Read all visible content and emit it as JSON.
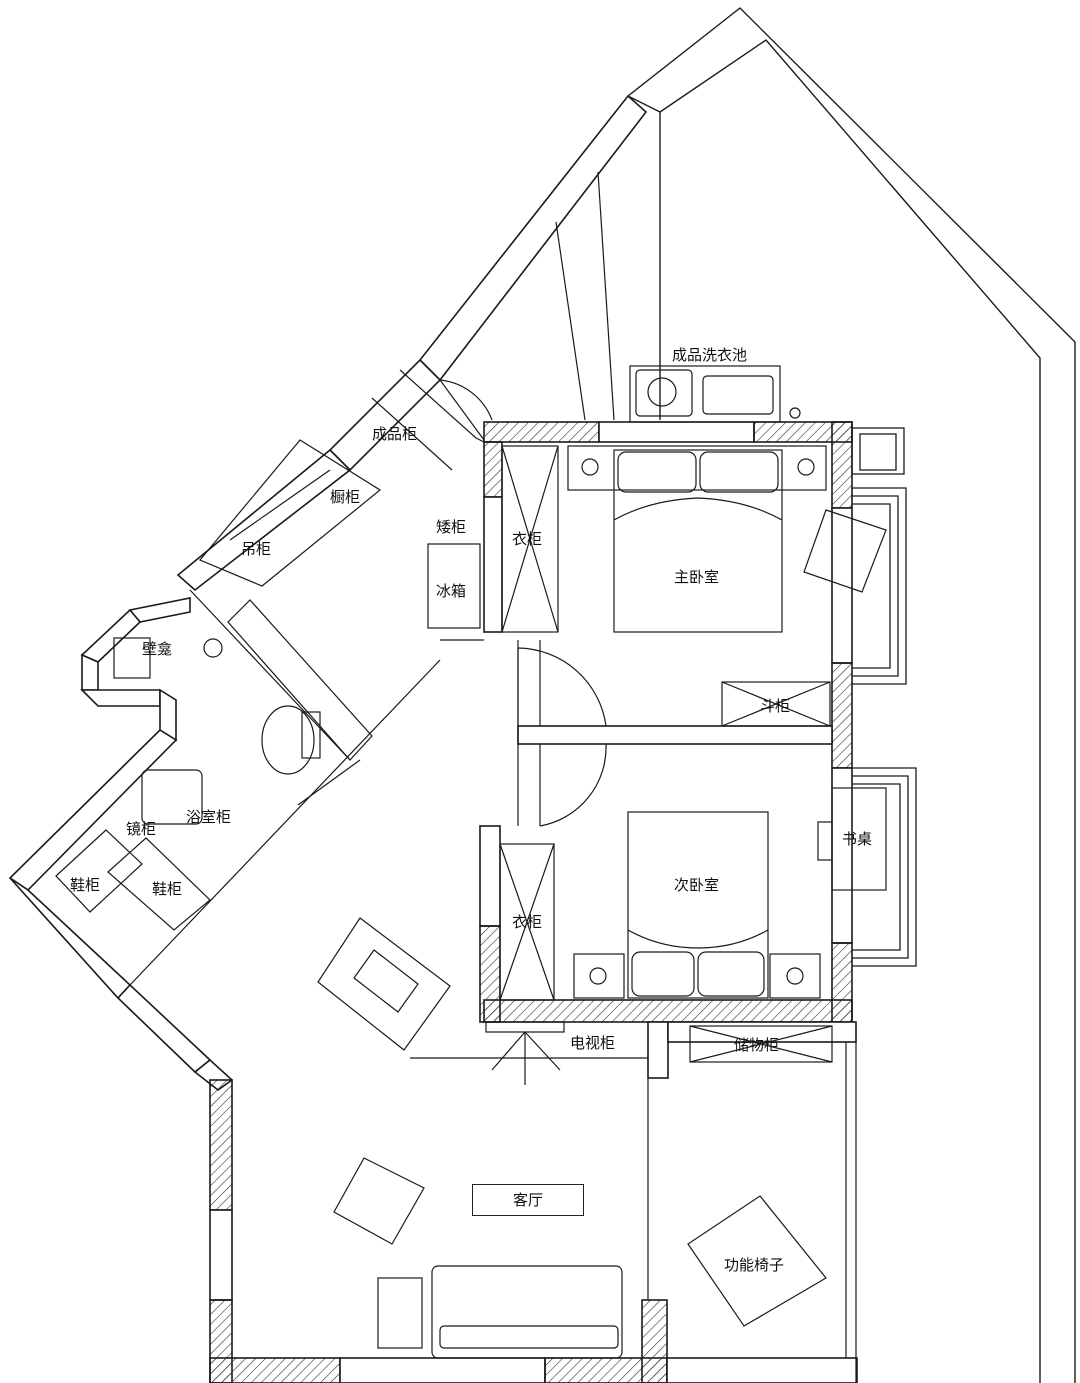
{
  "labels": {
    "laundry_sink": "成品洗衣池",
    "finished_cabinet": "成品柜",
    "cupboard": "橱柜",
    "hanging_cabinet": "吊柜",
    "low_cabinet": "矮柜",
    "wardrobe_master": "衣柜",
    "fridge": "冰箱",
    "master_bedroom": "主卧室",
    "niche": "壁龛",
    "chest_of_drawers": "斗柜",
    "vanity": "浴室柜",
    "mirror_cabinet": "镜柜",
    "shoe_cabinet_left": "鞋柜",
    "shoe_cabinet_right": "鞋柜",
    "desk": "书桌",
    "second_bedroom": "次卧室",
    "wardrobe_second": "衣柜",
    "tv_cabinet": "电视柜",
    "storage_cabinet": "储物柜",
    "living_room": "客厅",
    "function_chair": "功能椅子"
  },
  "colors": {
    "line": "#1a1a1a",
    "wall_fill": "#ffffff",
    "hatch": "#333333"
  }
}
